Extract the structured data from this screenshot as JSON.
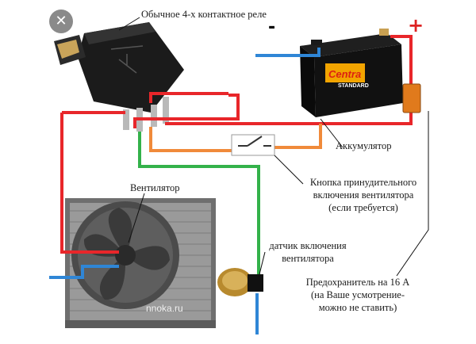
{
  "controls": {
    "close_icon": "✕"
  },
  "labels": {
    "relay": "Обычное 4-х контактное реле",
    "battery": "Аккумулятор",
    "button": [
      "Кнопка принудительного",
      "включения вентилятора",
      "(если требуется)"
    ],
    "fan": "Вентилятор",
    "sensor": [
      "датчик включения",
      "вентилятора"
    ],
    "fuse": [
      "Предохранитель на 16 А",
      "(на Ваше усмотрение-",
      "можно не ставить)"
    ],
    "minus": "-",
    "plus": "+",
    "watermark": "nnoka.ru"
  },
  "battery": {
    "brand": "Centra",
    "model": "STANDARD"
  },
  "colors": {
    "positive_wire": "#e8262a",
    "negative_wire": "#2f86d6",
    "switch_wire": "#f08a3a",
    "sensor_wire": "#33b24a",
    "fuse": "#e07a1c",
    "callout": "#111111"
  },
  "icons": [
    "close-icon",
    "relay-icon",
    "battery-icon",
    "fan-icon",
    "switch-icon",
    "fuse-icon",
    "temperature-sensor-icon"
  ]
}
